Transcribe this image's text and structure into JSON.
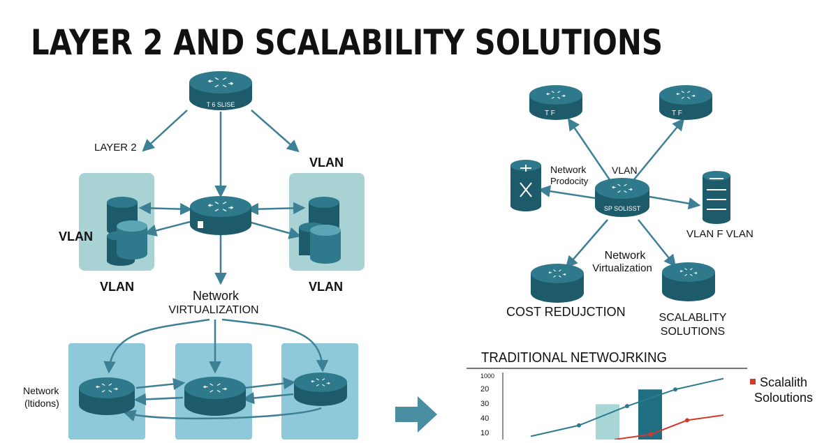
{
  "title": "LAYER 2 AND SCALABILITY SOLUTIONS",
  "colors": {
    "teal": "#2e7a8c",
    "tealDark": "#1d5a6a",
    "tealLight": "#5aa6b6",
    "panel": "#a8d2d4",
    "panelBlue": "#8ec9da",
    "arrow": "#3d7f94",
    "red": "#d03a2a"
  },
  "left": {
    "core_router_label": "T 6 SLISE",
    "layer2_label": "LAYER 2",
    "vlan_top_right": "VLAN",
    "vlan_left": "VLAN",
    "vlan_bottom_left": "VLAN",
    "vlan_bottom_right": "VLAN",
    "net_virt_line1": "Network",
    "net_virt_line2": "VIRTUALIZATION",
    "network_line1": "Network",
    "network_line2": "(ltidons)"
  },
  "right": {
    "router_top_left_label": "T F",
    "router_top_right_label": "T F",
    "network_label_1": "Network",
    "network_label_2": "Prodocity",
    "vlan_label": "VLAN",
    "center_router_label": "SP SOLISST",
    "vlan_fvlan": "VLAN F VLAN",
    "net_virt_1": "Network",
    "net_virt_2": "Virtualization",
    "cost_reduction": "COST REDUJCTION",
    "scalability_1": "SCALABLITY",
    "scalability_2": "SOLUTIONS"
  },
  "chart_data": {
    "type": "line",
    "title": "TRADITIONAL NETWOJRKING",
    "tick_labels": [
      "1000",
      "20",
      "30",
      "40",
      "10"
    ],
    "legend": {
      "name": "Scalalith",
      "name2": "Soloutions",
      "placement": "right"
    },
    "bars": [
      {
        "value": 0.55,
        "color": "#a8d6d6"
      },
      {
        "value": 0.78,
        "color": "#1f6e82"
      }
    ],
    "series": [
      {
        "color": "#2e7a8c",
        "values": [
          0.05,
          0.22,
          0.52,
          0.78,
          0.95
        ]
      },
      {
        "color": "#d03a2a",
        "values": [
          0.0,
          0.08,
          0.3,
          0.38
        ]
      }
    ]
  }
}
